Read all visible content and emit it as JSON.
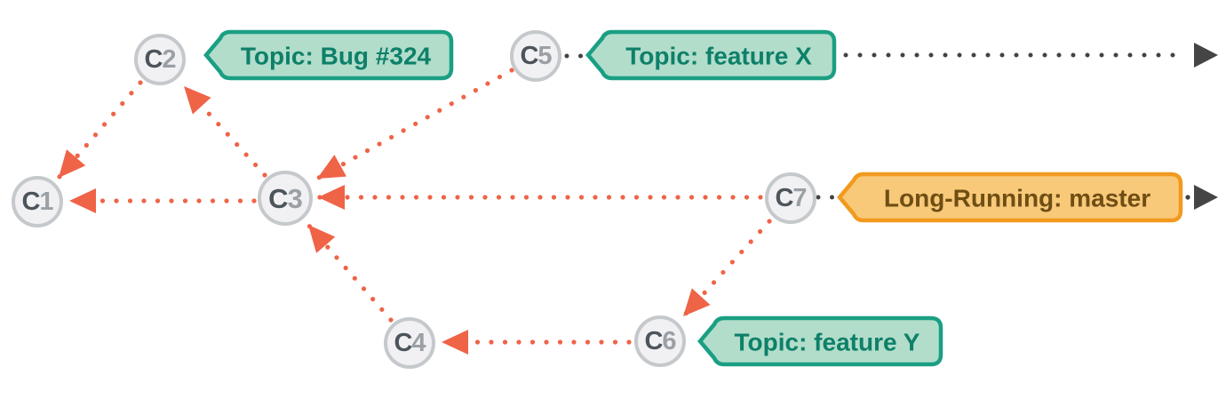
{
  "diagram_type": "git-branching-diagram",
  "nodes": [
    {
      "id": "C1",
      "prefix": "C",
      "num": "1"
    },
    {
      "id": "C2",
      "prefix": "C",
      "num": "2"
    },
    {
      "id": "C3",
      "prefix": "C",
      "num": "3"
    },
    {
      "id": "C4",
      "prefix": "C",
      "num": "4"
    },
    {
      "id": "C5",
      "prefix": "C",
      "num": "5"
    },
    {
      "id": "C6",
      "prefix": "C",
      "num": "6"
    },
    {
      "id": "C7",
      "prefix": "C",
      "num": "7"
    }
  ],
  "badges": {
    "bug": {
      "label": "Topic: Bug #324",
      "type": "topic"
    },
    "feature_x": {
      "label": "Topic: feature X",
      "type": "topic"
    },
    "master": {
      "label": "Long-Running: master",
      "type": "long-running"
    },
    "feature_y": {
      "label": "Topic: feature Y",
      "type": "topic"
    }
  },
  "edges": [
    {
      "from": "C2",
      "to": "C1",
      "style": "red-dotted-arrow"
    },
    {
      "from": "C3",
      "to": "C2",
      "style": "red-dotted-arrow"
    },
    {
      "from": "C3",
      "to": "C1",
      "style": "red-dotted-arrow"
    },
    {
      "from": "C5",
      "to": "C3",
      "style": "red-dotted-arrow"
    },
    {
      "from": "C7",
      "to": "C3",
      "style": "red-dotted-arrow"
    },
    {
      "from": "C7",
      "to": "C6",
      "style": "red-dotted-arrow"
    },
    {
      "from": "C6",
      "to": "C4",
      "style": "red-dotted-arrow"
    },
    {
      "from": "C4",
      "to": "C3",
      "style": "red-dotted-arrow"
    }
  ],
  "timelines": [
    {
      "after": "feature X badge",
      "style": "black-dotted-arrow-right"
    },
    {
      "after": "master badge",
      "style": "black-dotted-arrow-right"
    }
  ],
  "colors": {
    "red": "#ef6347",
    "black": "#424242",
    "teal_border": "#1a9f83",
    "teal_fill": "#b2ddcb",
    "teal_text": "#0e8069",
    "orange_border": "#f19a1f",
    "orange_fill": "#f8c979",
    "orange_text": "#6f4e14",
    "node_fill": "#f1f1f3",
    "node_border": "#c5c9cc",
    "node_text_dark": "#4c555b",
    "node_text_light": "#9ba0a5"
  }
}
